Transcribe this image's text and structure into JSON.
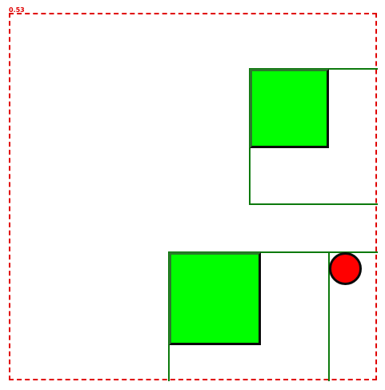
{
  "hud": {
    "score_text": "0.53"
  },
  "colors": {
    "boundary": "#e00000",
    "region_outline": "#0d7a0d",
    "block_fill": "#00ff00",
    "ball_fill": "#ff0000",
    "outline": "#0a0a0a"
  },
  "objects": {
    "blocks": [
      {
        "id": "block-1",
        "shape": "square",
        "color": "green"
      },
      {
        "id": "block-2",
        "shape": "square",
        "color": "green"
      }
    ],
    "ball": {
      "shape": "circle",
      "color": "red"
    }
  }
}
